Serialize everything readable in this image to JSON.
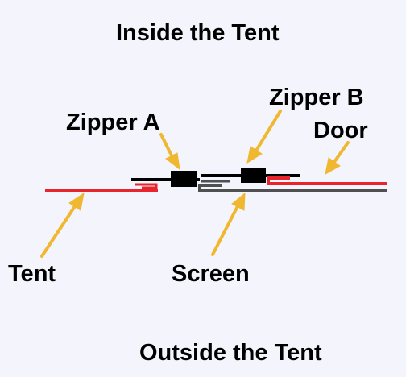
{
  "labels": {
    "inside": "Inside the Tent",
    "outside": "Outside the Tent",
    "zipper_a": "Zipper A",
    "zipper_b": "Zipper B",
    "door": "Door",
    "tent": "Tent",
    "screen": "Screen"
  },
  "colors": {
    "background": "#f4f4fc",
    "tent": "#e8242c",
    "screen": "#505050",
    "zipper": "#000000",
    "arrow": "#f0b830"
  }
}
